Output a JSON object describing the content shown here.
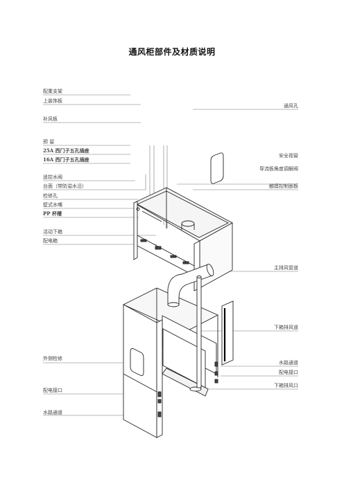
{
  "title": "通风柜部件及材质说明",
  "labels": {
    "left": [
      "配重支架",
      "上装饰板",
      "补风板",
      "预 留",
      "25A 西门子五孔插座",
      "16A 西门子五孔插座",
      "遥控水阀",
      "台面（带防溢水沿）",
      "检修孔",
      "壁式水嘴",
      "PP 杯槽",
      "活动下箱",
      "配电箱",
      "外侧检修",
      "配电接口",
      "水路通道"
    ],
    "right": [
      "通风孔",
      "安全视窗",
      "导流板角度调解阀",
      "触摸控制面板",
      "主排风管道",
      "下箱排风道",
      "水路通道",
      "配电接口",
      "下箱排风口"
    ]
  }
}
